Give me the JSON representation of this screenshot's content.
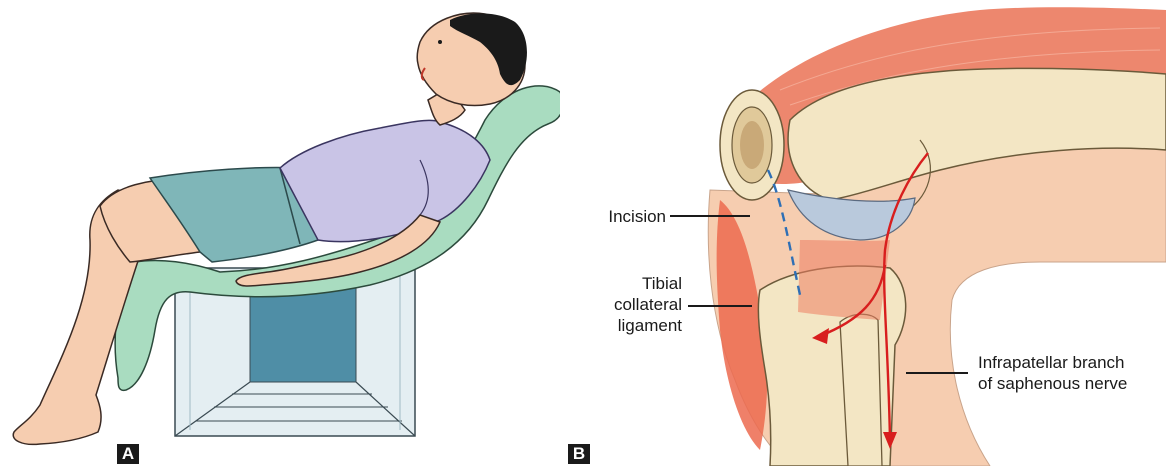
{
  "panels": {
    "a": {
      "tag": "A"
    },
    "b": {
      "tag": "B",
      "labels": {
        "incision": "Incision",
        "tibial_1": "Tibial",
        "tibial_2": "collateral",
        "tibial_3": "ligament",
        "nerve_1": "Infrapatellar branch",
        "nerve_2": "of saphenous nerve"
      }
    }
  },
  "colors": {
    "skin": "#f6cdb0",
    "skin_outline": "#3a2a24",
    "hair": "#1a1a1a",
    "shirt": "#c9c4e6",
    "shorts": "#7fb6b8",
    "chair": "#a9dcc0",
    "box_dark": "#4f8ea6",
    "box_light": "#e4eef2",
    "muscle": "#ec7d62",
    "bone": "#f3e6c4",
    "cartilage": "#b9c9dc",
    "nerve": "#d81e1e",
    "incision": "#2e6fb5"
  }
}
